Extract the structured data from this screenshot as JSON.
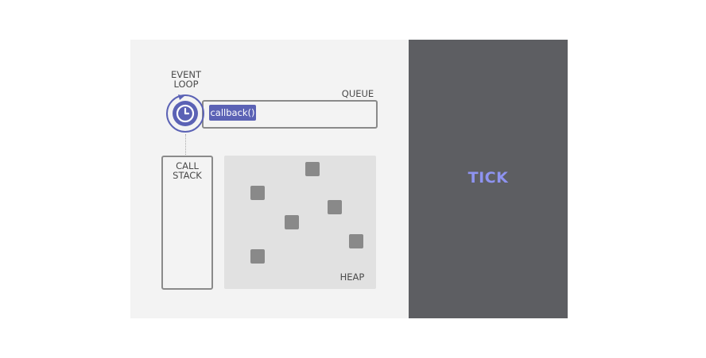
{
  "event_loop": {
    "label_line1": "EVENT",
    "label_line2": "LOOP",
    "icon": "clock-icon"
  },
  "queue": {
    "label": "QUEUE",
    "items": [
      "callback()"
    ]
  },
  "call_stack": {
    "label_line1": "CALL",
    "label_line2": "STACK"
  },
  "heap": {
    "label": "HEAP",
    "object_count": 6
  },
  "tick_panel": {
    "label": "TICK"
  },
  "colors": {
    "accent": "#5b62b5",
    "tick_text": "#8e93f0",
    "dark_panel": "#5d5e62",
    "light_panel": "#f3f3f3",
    "heap_bg": "#e1e1e1",
    "heap_object": "#898989"
  }
}
